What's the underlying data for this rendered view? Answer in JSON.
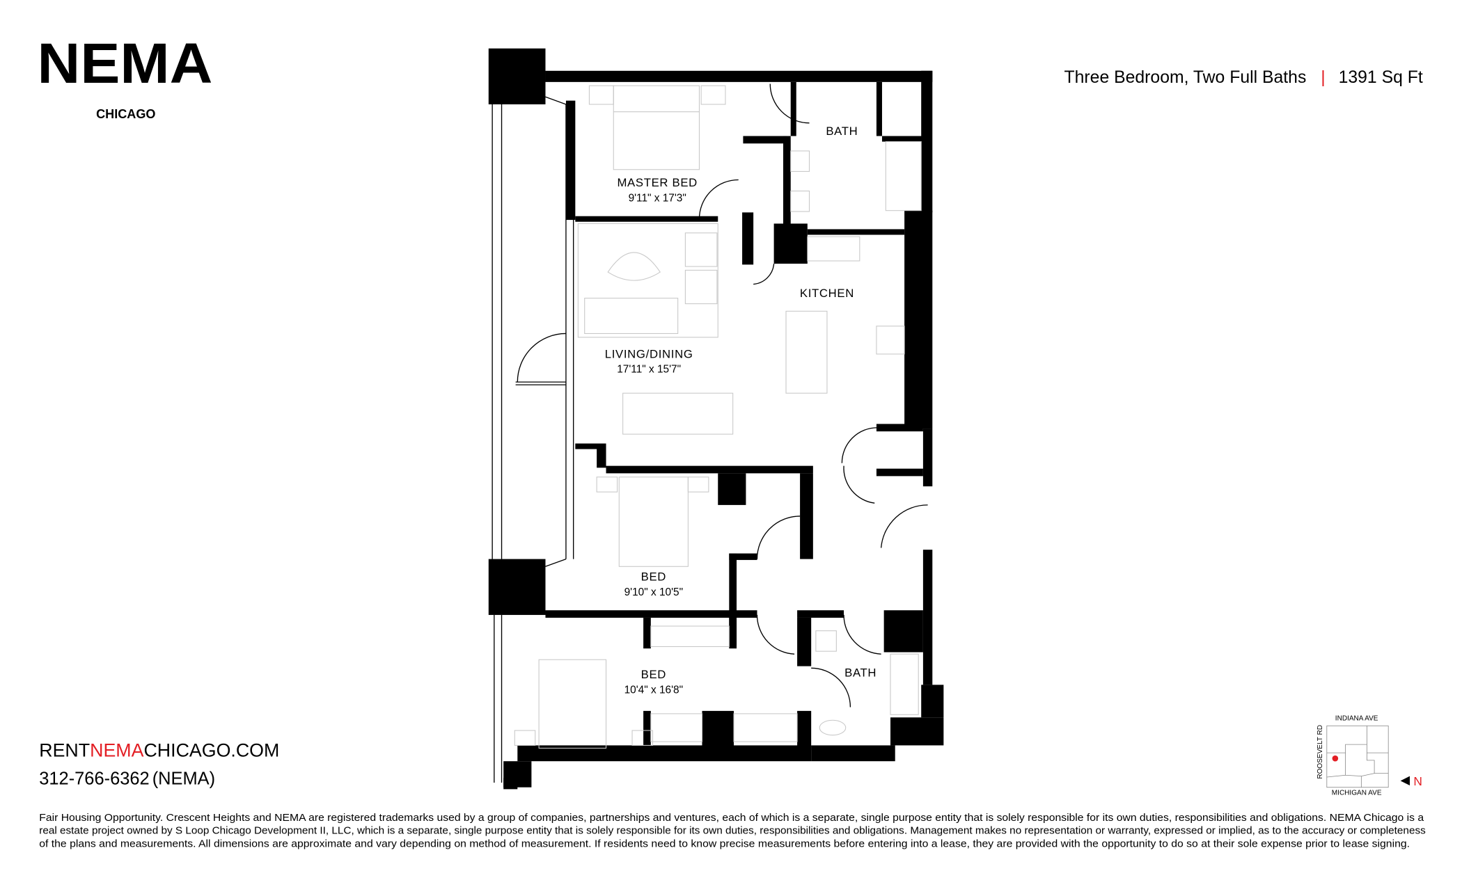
{
  "brand": {
    "logo": "NEMA",
    "city": "CHICAGO"
  },
  "header": {
    "unit_type": "Three Bedroom, Two Full Baths",
    "separator": "|",
    "area": "1391 Sq Ft"
  },
  "contact": {
    "web_prefix": "RENT",
    "web_brand": "NEMA",
    "web_suffix": "CHICAGO.COM",
    "phone": "312-766-6362",
    "phone_suffix": "(NEMA)"
  },
  "rooms": [
    {
      "name": "MASTER BED",
      "dims": "9'11\" x 17'3\""
    },
    {
      "name": "BATH"
    },
    {
      "name": "KITCHEN"
    },
    {
      "name": "LIVING/DINING",
      "dims": "17'11\" x 15'7\""
    },
    {
      "name": "BED",
      "dims": "9'10\" x 10'5\""
    },
    {
      "name": "BED",
      "dims": "10'4\" x 16'8\""
    },
    {
      "name": "BATH"
    }
  ],
  "keymap": {
    "north_street": "INDIANA AVE",
    "west_street": "ROOSEVELT RD",
    "south_street": "MICHIGAN AVE",
    "compass": "N"
  },
  "colors": {
    "accent": "#e31e24",
    "ink": "#000000",
    "furniture": "#c8c8c8"
  },
  "disclaimer": [
    "Fair Housing Opportunity. Crescent Heights and NEMA are registered trademarks used by a group of companies, partnerships and ventures, each of which is a separate, single purpose entity that is solely responsible for its own duties, responsibilities and obligations. NEMA Chicago is a",
    "real estate project owned by S Loop Chicago Development II, LLC, which is a separate, single purpose entity that is solely responsible for its own duties, responsibilities and obligations. Management makes no representation or warranty, expressed or implied, as to the accuracy or completeness",
    "of the plans and measurements. All dimensions are approximate and vary depending on method of measurement. If residents need to know precise measurements before entering into a lease, they are provided with the opportunity to do so at their sole expense prior to lease signing."
  ]
}
